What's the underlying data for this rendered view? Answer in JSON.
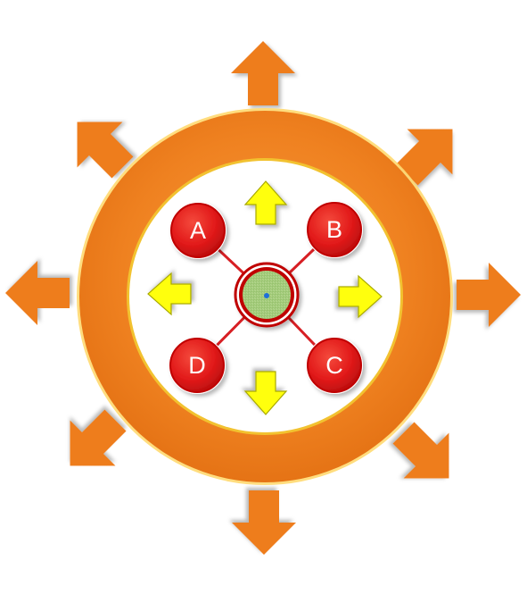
{
  "diagram": {
    "nodes": [
      {
        "id": "A",
        "label": "A"
      },
      {
        "id": "B",
        "label": "B"
      },
      {
        "id": "C",
        "label": "C"
      },
      {
        "id": "D",
        "label": "D"
      }
    ],
    "outer_arrows": {
      "count": 8,
      "directions": [
        "up",
        "up-right",
        "right",
        "down-right",
        "down",
        "down-left",
        "left",
        "up-left"
      ],
      "color": "#ee7d1e"
    },
    "inner_arrows": {
      "count": 4,
      "directions": [
        "up",
        "right",
        "down",
        "left"
      ],
      "color": "#ffff11",
      "outline": "#a8a800"
    },
    "colors": {
      "ring": "#ef8120",
      "ring_border": "#f2c230",
      "inner_disc": "#ffffff",
      "node_fill": "#e21a1a",
      "node_border": "#c00000",
      "connector": "#d71f24",
      "hub_fill": "#a7cf7d",
      "hub_dot": "#1e6fd9"
    }
  }
}
